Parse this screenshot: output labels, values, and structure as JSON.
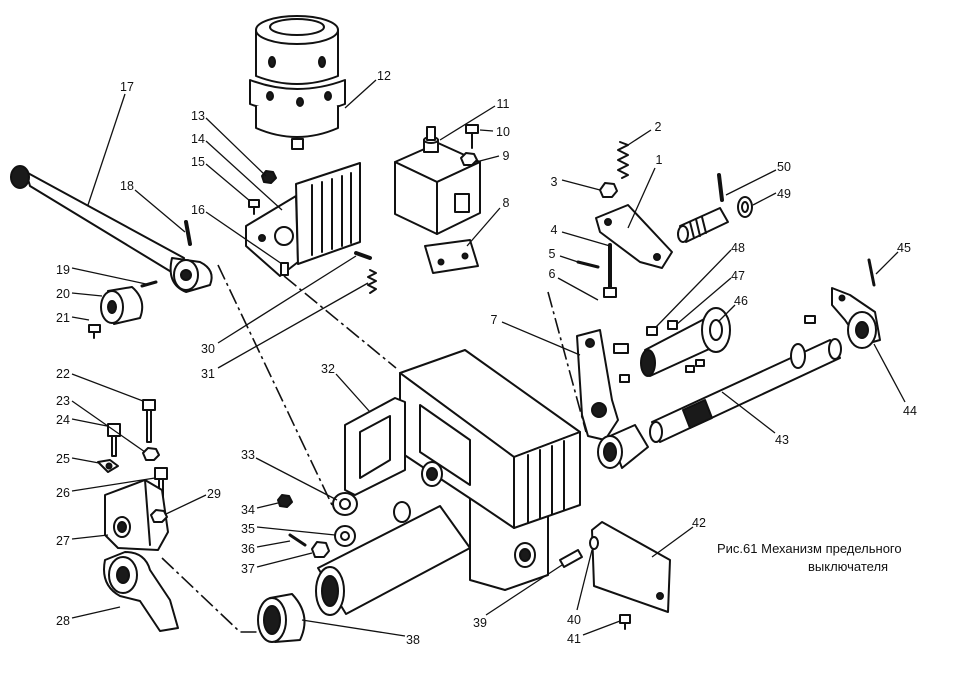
{
  "figure": {
    "caption_line1": "Рис.61 Механизм предельного",
    "caption_line2": "выключателя"
  },
  "callouts": [
    "1",
    "2",
    "3",
    "4",
    "5",
    "6",
    "7",
    "8",
    "9",
    "10",
    "11",
    "12",
    "13",
    "14",
    "15",
    "16",
    "17",
    "18",
    "19",
    "20",
    "21",
    "22",
    "23",
    "24",
    "25",
    "26",
    "27",
    "28",
    "29",
    "30",
    "31",
    "32",
    "33",
    "34",
    "35",
    "36",
    "37",
    "38",
    "39",
    "40",
    "41",
    "42",
    "43",
    "44",
    "45",
    "46",
    "47",
    "48",
    "49",
    "50"
  ],
  "colors": {
    "ink": "#111111",
    "paper": "#ffffff"
  }
}
